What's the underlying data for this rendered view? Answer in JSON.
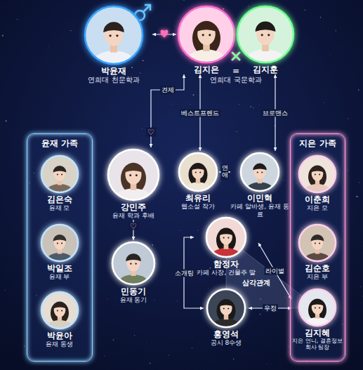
{
  "diagram": {
    "nodes": [
      {
        "text": [
          "박윤재",
          "연희대 천문학과"
        ]
      },
      {
        "text": [
          "김지은"
        ]
      },
      {
        "text": [
          "김지훈"
        ]
      },
      {
        "text": [
          "윤재 가족"
        ]
      },
      {
        "text": [
          "김은숙",
          "윤재 모"
        ],
        "in": 3
      },
      {
        "text": [
          "박일조",
          "윤재 부"
        ],
        "in": 3
      },
      {
        "text": [
          "박윤아",
          "윤재 동생"
        ],
        "in": 3
      },
      {
        "text": [
          "강민주",
          "윤재 학과 후배"
        ]
      },
      {
        "text": [
          "민동기",
          "윤재 동기"
        ]
      },
      {
        "text": [
          "최유리",
          "웹소설 작가"
        ]
      },
      {
        "text": [
          "이민혁",
          "카페 알바생, 윤재 동료"
        ]
      },
      {
        "text": [
          "지은 가족"
        ]
      },
      {
        "text": [
          "이춘희",
          "지은 모"
        ],
        "in": 11
      },
      {
        "text": [
          "김순호",
          "지은 부"
        ],
        "in": 11
      },
      {
        "text": [
          "김지혜",
          "지은 언니, 결혼정보회사 팀장"
        ],
        "in": 11
      },
      {
        "text": [
          "함정자",
          "카페 사장, 건물주 딸"
        ]
      },
      {
        "text": [
          "홍영석",
          "공시 8수생"
        ]
      }
    ],
    "edges": [
      {
        "from": 0,
        "to": 1,
        "arrow": "both"
      },
      {
        "from": 7,
        "to": 1,
        "label": "견제",
        "arrow": "both"
      },
      {
        "from": 7,
        "to": 8,
        "label": "♡",
        "arrow": "to"
      },
      {
        "from": 1,
        "to": 9,
        "label": "베스트프렌드",
        "arrow": "both"
      },
      {
        "from": 2,
        "to": 10,
        "label": "브로맨스",
        "arrow": "both"
      },
      {
        "from": 9,
        "to": 10,
        "label": "연애",
        "arrow": "both"
      },
      {
        "from": 15,
        "to": 16,
        "label": "소개팅",
        "arrow": "both"
      },
      {
        "from": 15,
        "to": 14,
        "label": "라이벌",
        "arrow": "both"
      },
      {
        "from": 16,
        "to": 14,
        "label": "우정",
        "arrow": "both"
      }
    ],
    "labels": [
      "=",
      "연희대 국문학과",
      "♡",
      "삼각관계"
    ]
  }
}
